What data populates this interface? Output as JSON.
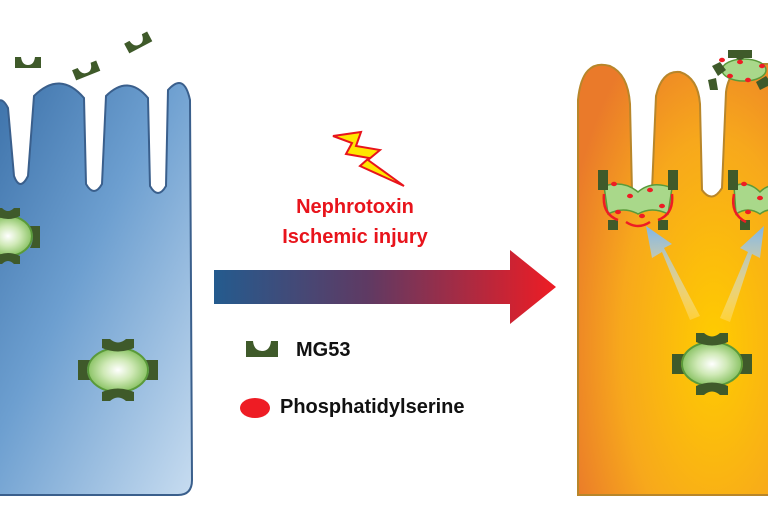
{
  "trigger": {
    "line1": "Nephrotoxin",
    "line2": "Ischemic injury",
    "color": "#e8141c"
  },
  "legend": {
    "mg53_label": "MG53",
    "ps_label": "Phosphatidylserine"
  },
  "colors": {
    "healthy_cell": "#4f86bf",
    "injured_cell": "#f2a41b",
    "mg53": "#3f5a2a",
    "vesicle": "#8fc96a",
    "phosphatidylserine": "#ee1c24",
    "arrow_start": "#2a5e8f",
    "arrow_end": "#ee1c24"
  }
}
